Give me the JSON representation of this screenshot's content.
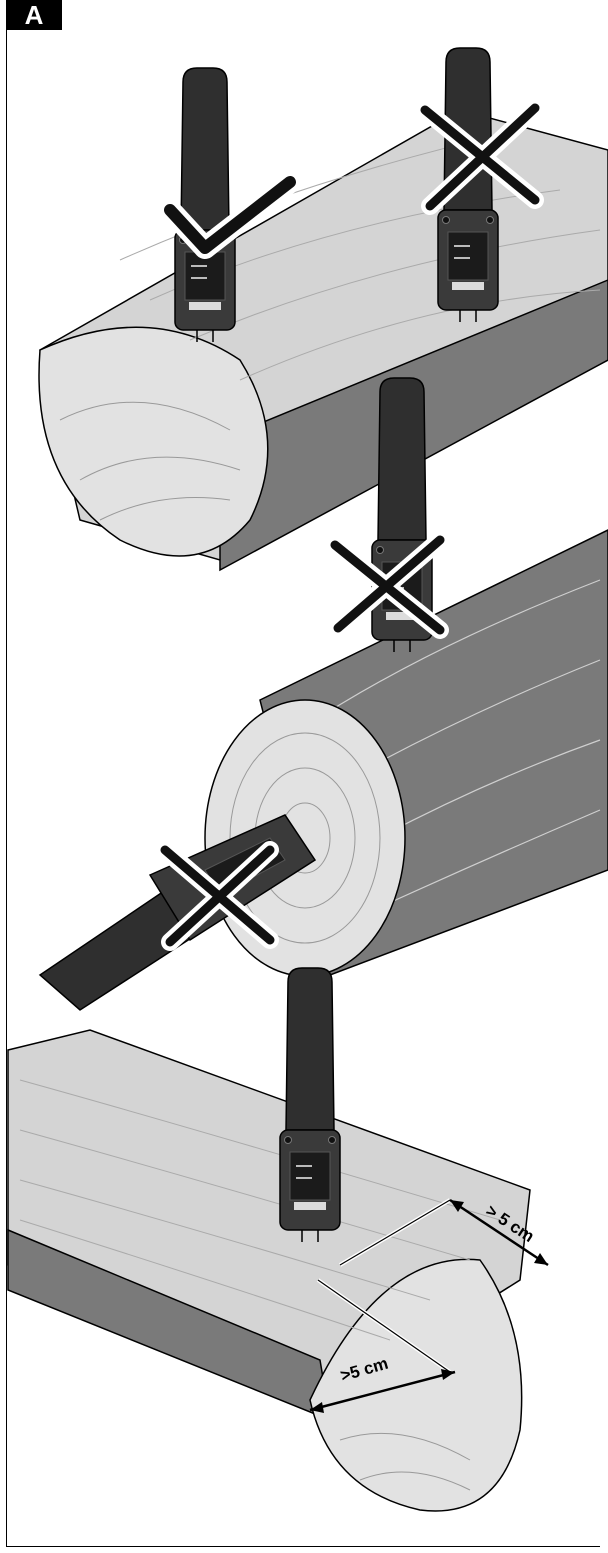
{
  "figure": {
    "label": "A",
    "dimension_top": "> 5 cm",
    "dimension_bottom": ">5 cm"
  },
  "colors": {
    "wood_top": "#d4d4d4",
    "wood_end": "#e2e2e2",
    "wood_side": "#7a7a7a",
    "device_body": "#2f2f2f",
    "device_face": "#3c3c3c",
    "screen": "#1b1b1b",
    "mark": "#111111",
    "outline": "#000000"
  },
  "icons": {
    "check": "check-mark-icon",
    "cross": "cross-mark-icon"
  }
}
